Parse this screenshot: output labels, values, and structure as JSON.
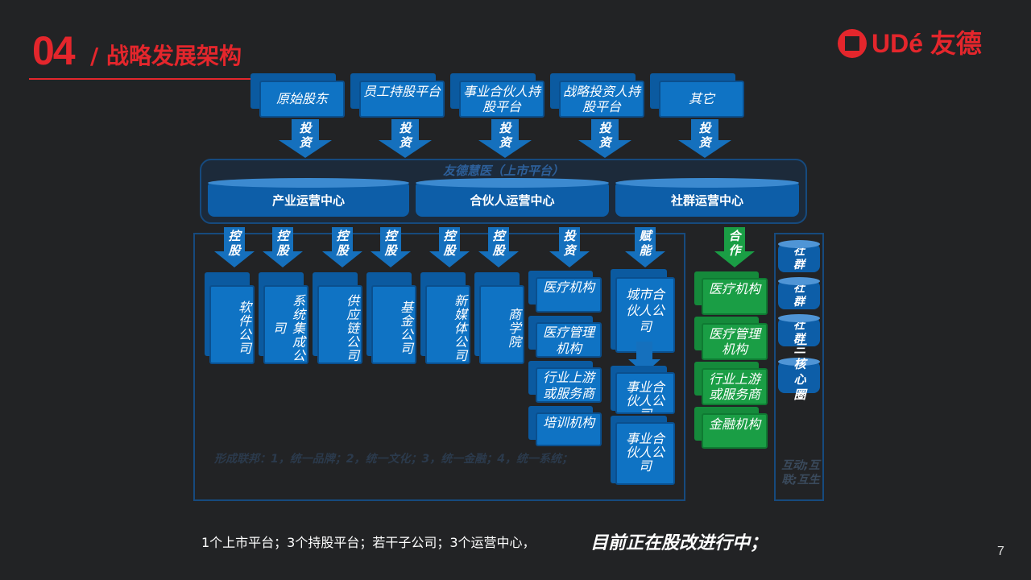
{
  "header": {
    "number": "04",
    "title": "/ 战略发展架构"
  },
  "logo": {
    "text": "UDé 友德"
  },
  "shareholders": [
    {
      "label": "原始股东"
    },
    {
      "label": "员工持股平台"
    },
    {
      "label": "事业合伙人持股平台"
    },
    {
      "label": "战略投资人持股平台"
    },
    {
      "label": "其它"
    }
  ],
  "invest_label": "投资",
  "platform": {
    "title": "友德慧医（上市平台）",
    "centers": [
      "产业运营中心",
      "合伙人运营中心",
      "社群运营中心"
    ]
  },
  "subsidiary_arrows": [
    "控股",
    "控股",
    "控股",
    "控股",
    "控股",
    "控股",
    "投资",
    "赋能",
    "合作"
  ],
  "subsidiaries": [
    "软件公司",
    "系统集成公司",
    "供应链公司",
    "基金公司",
    "新媒体公司",
    "商学院"
  ],
  "invested": [
    "医疗机构",
    "医疗管理机构",
    "行业上游或服务商",
    "培训机构"
  ],
  "city_partner": {
    "top": "城市合伙人公司",
    "mid": "事业合伙人公司",
    "bottom": "事业合伙人公司"
  },
  "cooperation": [
    "医疗机构",
    "医疗管理机构",
    "行业上游或服务商",
    "金融机构"
  ],
  "frame_note": "形成联邦：1，统一品牌；2，统一文化；3，统一金融；4，统一系统；",
  "social": {
    "disks": [
      "社群",
      "社群",
      "社群"
    ],
    "label": "三核心圈",
    "note": "互动;互联;互生"
  },
  "footer": {
    "text": "1个上市平台；3个持股平台；若干子公司；3个运营中心，",
    "emphasis": "目前正在股改进行中；"
  },
  "page_number": "7",
  "colors": {
    "accent": "#e4262c",
    "blue": "#0f73c4",
    "green": "#1a9e45",
    "background": "#222325"
  }
}
